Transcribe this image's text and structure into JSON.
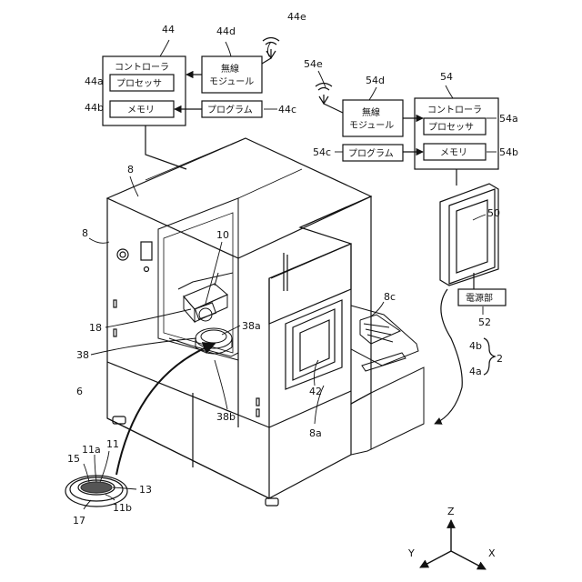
{
  "controller_44": {
    "ref": "44",
    "title": "コントローラ",
    "processor": {
      "ref": "44a",
      "label": "プロセッサ"
    },
    "memory": {
      "ref": "44b",
      "label": "メモリ"
    }
  },
  "wireless_44d": {
    "ref": "44d",
    "label_line1": "無線",
    "label_line2": "モジュール"
  },
  "program_44c": {
    "ref": "44c",
    "label": "プログラム"
  },
  "antenna_44e": {
    "ref": "44e"
  },
  "controller_54": {
    "ref": "54",
    "title": "コントローラ",
    "processor": {
      "ref": "54a",
      "label": "プロセッサ"
    },
    "memory": {
      "ref": "54b",
      "label": "メモリ"
    }
  },
  "wireless_54d": {
    "ref": "54d",
    "label_line1": "無線",
    "label_line2": "モジュール"
  },
  "program_54c": {
    "ref": "54c",
    "label": "プログラム"
  },
  "antenna_54e": {
    "ref": "54e"
  },
  "display_50": {
    "ref": "50"
  },
  "power_52": {
    "ref": "52",
    "label": "電源部"
  },
  "device_refs": {
    "tablet": "4b",
    "system": "2",
    "device": "4a"
  },
  "machine_refs": {
    "cover_top": "8",
    "cover_side": "8",
    "chuck_table": "10",
    "unit_18": "18",
    "unit_38": "38",
    "unit_38a": "38a",
    "unit_38b": "38b",
    "base_6": "6",
    "monitor_42": "42",
    "door_8a": "8a",
    "tray_8c": "8c"
  },
  "wafer_refs": {
    "frame": "15",
    "wafer": "11",
    "front": "11a",
    "back": "11b",
    "tape": "13",
    "unit": "17"
  },
  "axes": {
    "z": "Z",
    "x": "X",
    "y": "Y"
  }
}
